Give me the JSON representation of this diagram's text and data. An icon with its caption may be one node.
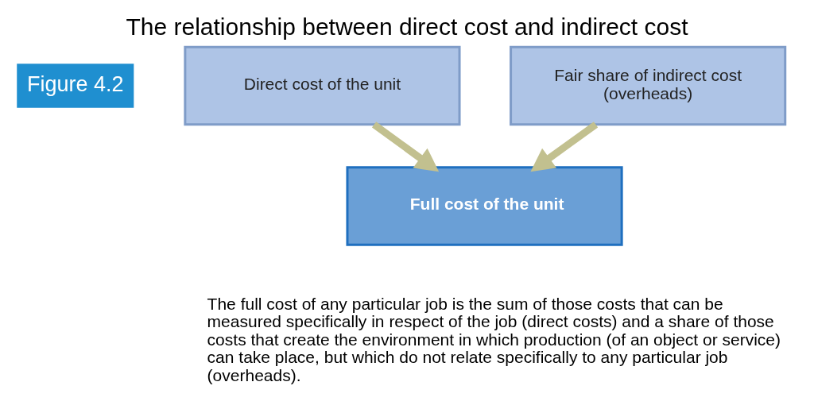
{
  "diagram": {
    "title": "The relationship between direct cost and indirect cost",
    "caption": "The full cost of any particular job is the sum of those costs that can be measured specifically in respect of the job (direct costs) and a share of those costs that create the environment in which production (of an object or service) can take place, but which do not relate specifically to any particular job (overheads).",
    "nodes": [
      {
        "text": [
          "Direct cost of the unit"
        ]
      },
      {
        "text": [
          "Fair share of indirect cost (overheads)"
        ]
      },
      {
        "text": [
          "Full cost of the unit"
        ]
      }
    ],
    "edges": [
      {
        "from": 0,
        "to": 2,
        "arrow": "to"
      },
      {
        "from": 1,
        "to": 2,
        "arrow": "to"
      }
    ],
    "labels": [
      "Figure 4.2"
    ]
  }
}
